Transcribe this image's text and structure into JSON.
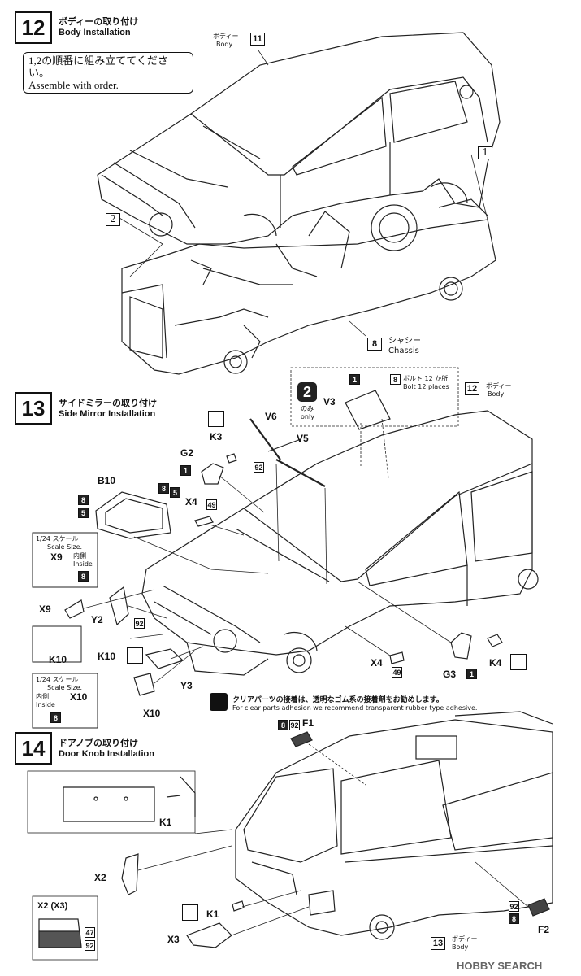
{
  "step12": {
    "number": "12",
    "title_jp": "ボディーの取り付け",
    "title_en": "Body Installation",
    "note_jp": "1,2の順番に組み立ててください。",
    "note_en": "Assemble with order.",
    "order_1": "1",
    "order_2": "2",
    "body_jp": "ボディー",
    "body_en": "Body",
    "body_ref": "11",
    "chassis_jp": "シャシー",
    "chassis_en": "Chassis",
    "chassis_ref": "8"
  },
  "step13": {
    "number": "13",
    "title_jp": "サイドミラーの取り付け",
    "title_en": "Side Mirror Installation",
    "only_num": "2",
    "only_jp": "のみ",
    "only_en": "only",
    "v3": "V3",
    "bolt_jp": "ボルト 12 か所",
    "bolt_en": "Bolt 12 places",
    "nb_1": "1",
    "nb_8": "8",
    "body_ref": "12",
    "body_jp": "ボディー",
    "body_en": "Body",
    "k3": "K3",
    "v6": "V6",
    "v5": "V5",
    "g2": "G2",
    "b10": "B10",
    "x4": "X4",
    "n92": "92",
    "n49": "49",
    "n5": "5",
    "scale_jp": "1/24 スケール",
    "scale_en": "Scale Size.",
    "x9": "X9",
    "inside_jp": "内側",
    "inside_en": "Inside",
    "x9b": "X9",
    "y2": "Y2",
    "k10": "K10",
    "k10b": "K10",
    "x10": "X10",
    "y3": "Y3",
    "x10b": "X10",
    "x4b": "X4",
    "n49b": "49",
    "g3": "G3",
    "k4": "K4",
    "clear_jp": "クリアパーツの接着は、透明なゴム系の接着剤をお勧めします。",
    "clear_en": "For clear parts adhesion we recommend transparent rubber type adhesive."
  },
  "step14": {
    "number": "14",
    "title_jp": "ドアノブの取り付け",
    "title_en": "Door Knob Installation",
    "f1": "F1",
    "n8": "8",
    "n92": "92",
    "k1": "K1",
    "x2": "X2",
    "k1b": "K1",
    "x3": "X3",
    "x2x3": "X2 (X3)",
    "n47": "47",
    "n92b": "92",
    "f2": "F2",
    "body_ref": "13",
    "body_jp": "ボディー",
    "body_en": "Body"
  },
  "watermark": "HOBBY SEARCH"
}
